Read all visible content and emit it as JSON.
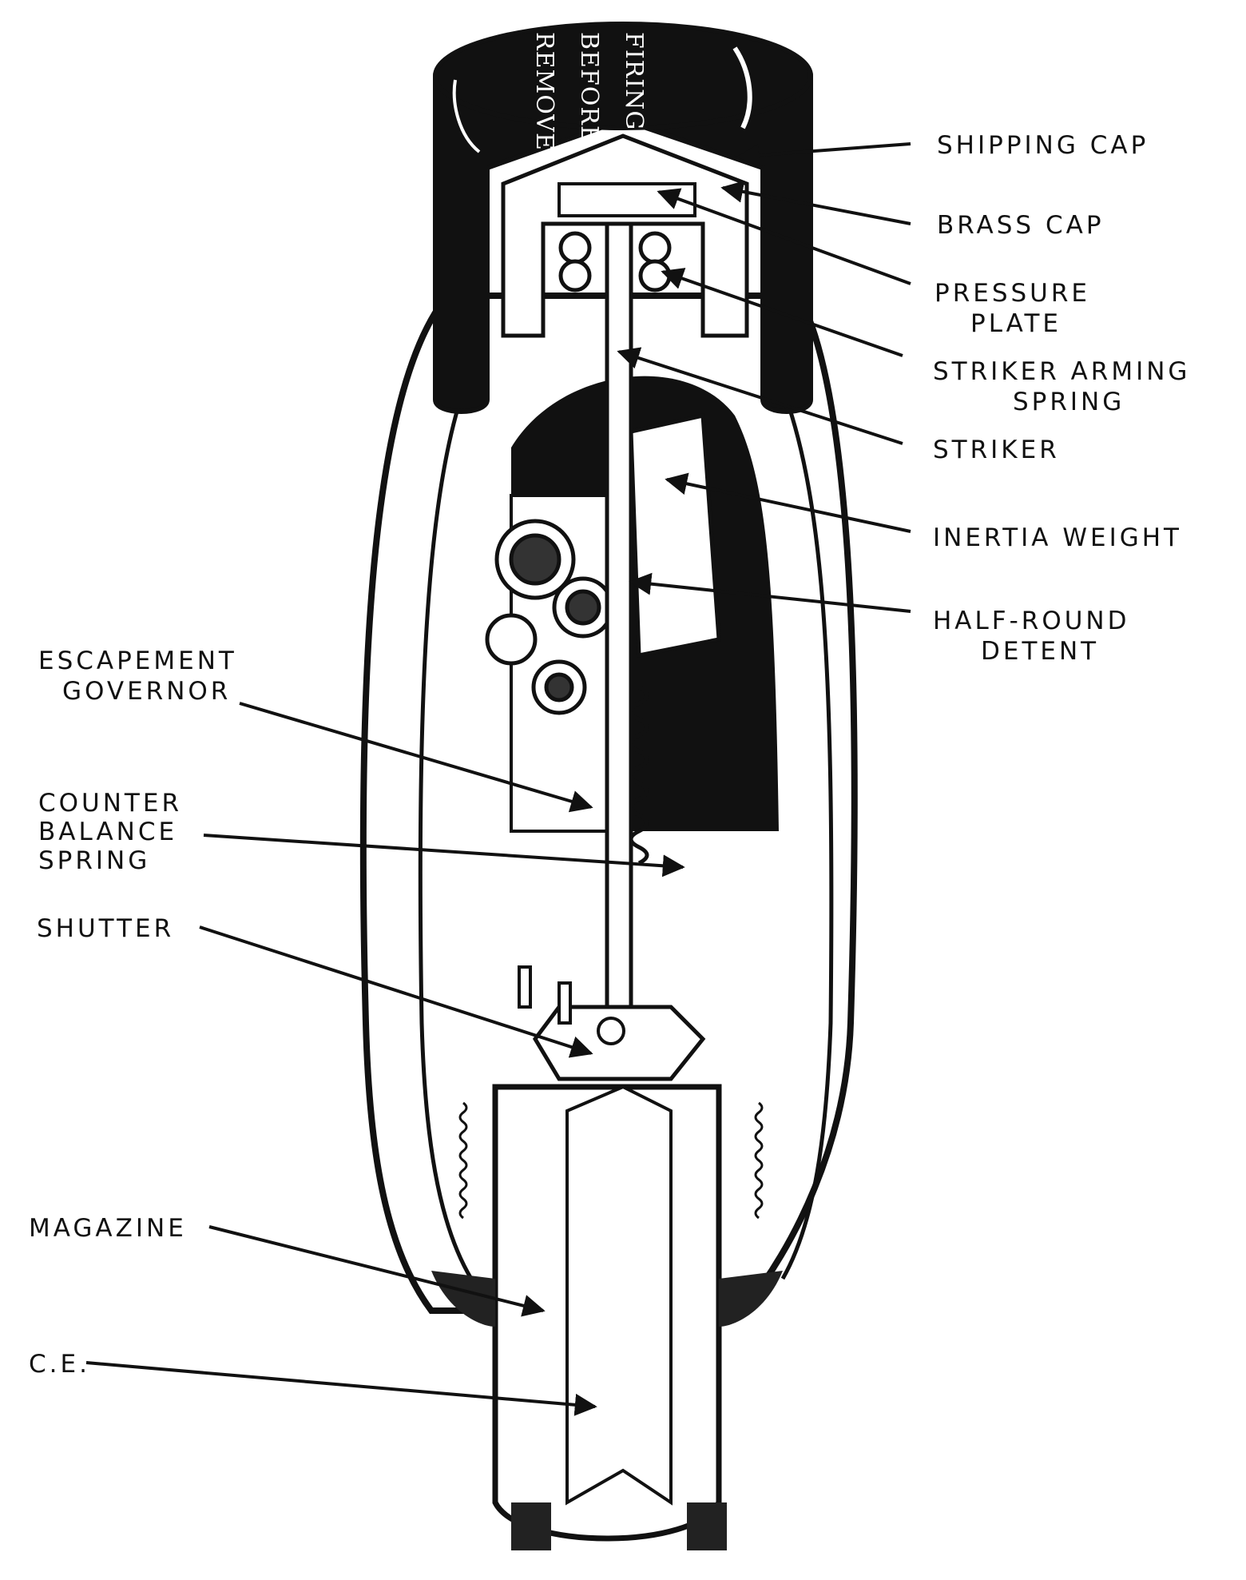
{
  "diagram": {
    "cap_text": [
      "REMOVE",
      "BEFORE",
      "FIRING"
    ],
    "labels": {
      "shipping_cap": "SHIPPING CAP",
      "brass_cap": "BRASS CAP",
      "pressure_plate": [
        "PRESSURE",
        "PLATE"
      ],
      "striker_arming_spring": [
        "STRIKER ARMING",
        "SPRING"
      ],
      "striker": "STRIKER",
      "inertia_weight": "INERTIA WEIGHT",
      "half_round_detent": [
        "HALF-ROUND",
        "DETENT"
      ],
      "escapement_governor": [
        "ESCAPEMENT",
        "GOVERNOR"
      ],
      "counter_balance_spring": [
        "COUNTER",
        "BALANCE",
        "SPRING"
      ],
      "shutter": "SHUTTER",
      "magazine": "MAGAZINE",
      "ce": "C.E."
    }
  }
}
